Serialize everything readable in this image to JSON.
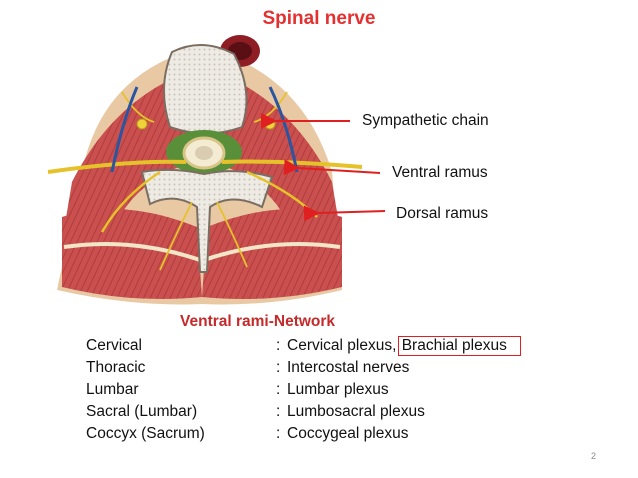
{
  "title": "Spinal nerve",
  "callouts": {
    "sympathetic_chain": "Sympathetic chain",
    "ventral_ramus": "Ventral ramus",
    "dorsal_ramus": "Dorsal ramus"
  },
  "subtitle": "Ventral rami-Network",
  "plexus_rows": [
    {
      "region": "Cervical",
      "colon": ":",
      "plexus": "Cervical plexus,",
      "highlighted": "Brachial plexus"
    },
    {
      "region": "Thoracic",
      "colon": ":",
      "plexus": "Intercostal nerves"
    },
    {
      "region": "Lumbar",
      "colon": ":",
      "plexus": "Lumbar plexus"
    },
    {
      "region": "Sacral (Lumbar)",
      "colon": ":",
      "plexus": "Lumbosacral plexus"
    },
    {
      "region": "Coccyx (Sacrum)",
      "colon": ":",
      "plexus": "Coccygeal plexus"
    }
  ],
  "page_number": "2",
  "colors": {
    "title": "#e53030",
    "subtitle": "#c42a2a",
    "arrow": "#e02020",
    "highlight_box": "#e02020",
    "muscle": "#c9504f",
    "bone": "#eeeae4",
    "nerve": "#e6c22a"
  }
}
